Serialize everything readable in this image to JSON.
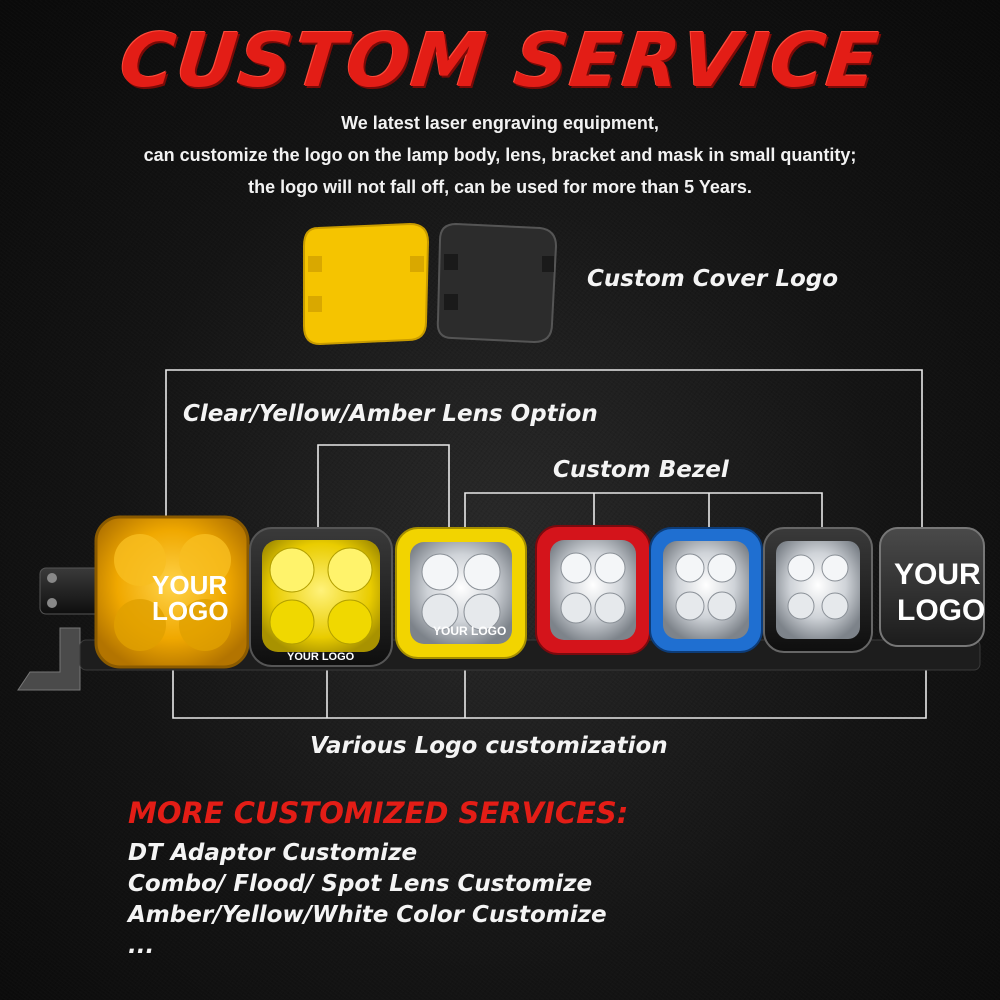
{
  "title": "CUSTOM SERVICE",
  "intro": {
    "line1": "We latest laser engraving equipment,",
    "line2": "can customize the logo on the lamp body, lens, bracket and mask in small quantity;",
    "line3": "the logo will not fall off, can be used for more than 5 Years."
  },
  "labels": {
    "cover": "Custom Cover Logo",
    "lens": "Clear/Yellow/Amber Lens Option",
    "bezel": "Custom Bezel",
    "logo": "Various Logo customization"
  },
  "logo_marks": {
    "large_line1": "YOUR",
    "large_line2": "LOGO",
    "small": "YOUR LOGO"
  },
  "more": {
    "title": "MORE CUSTOMIZED SERVICES:",
    "items": [
      "DT Adaptor Customize",
      "Combo/ Flood/ Spot Lens Customize",
      "Amber/Yellow/White Color Customize",
      "..."
    ]
  },
  "colors": {
    "title_red": "#e31d16",
    "amber": "#f2b000",
    "yellow": "#f5d400",
    "red_bezel": "#d4141b",
    "blue_bezel": "#1f6fd1",
    "dark_cover": "#2b2b2b"
  }
}
